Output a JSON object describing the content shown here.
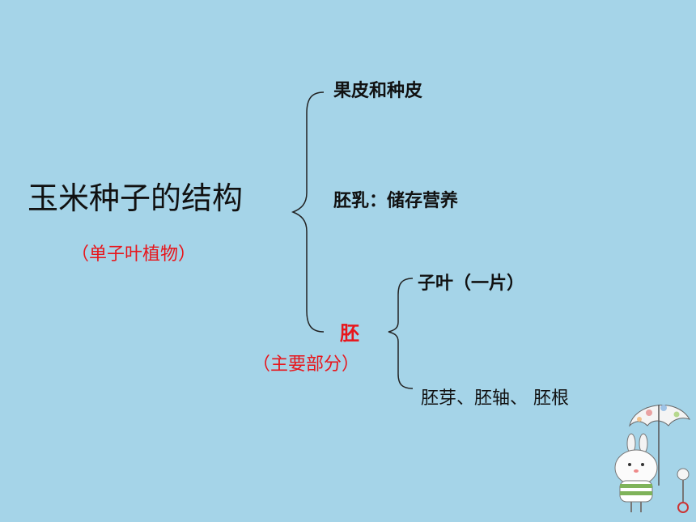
{
  "title": "玉米种子的结构",
  "subtitle": "（单子叶植物）",
  "branches": {
    "pericarp": "果皮和种皮",
    "endosperm": "胚乳：储存营养",
    "embryo": "胚",
    "embryo_note": "（主要部分）"
  },
  "embryo_parts": {
    "cotyledon": "子叶（一片）",
    "others": "胚芽、胚轴、 胚根"
  },
  "colors": {
    "background": "#a5d4e8",
    "accent": "#e8151b"
  }
}
